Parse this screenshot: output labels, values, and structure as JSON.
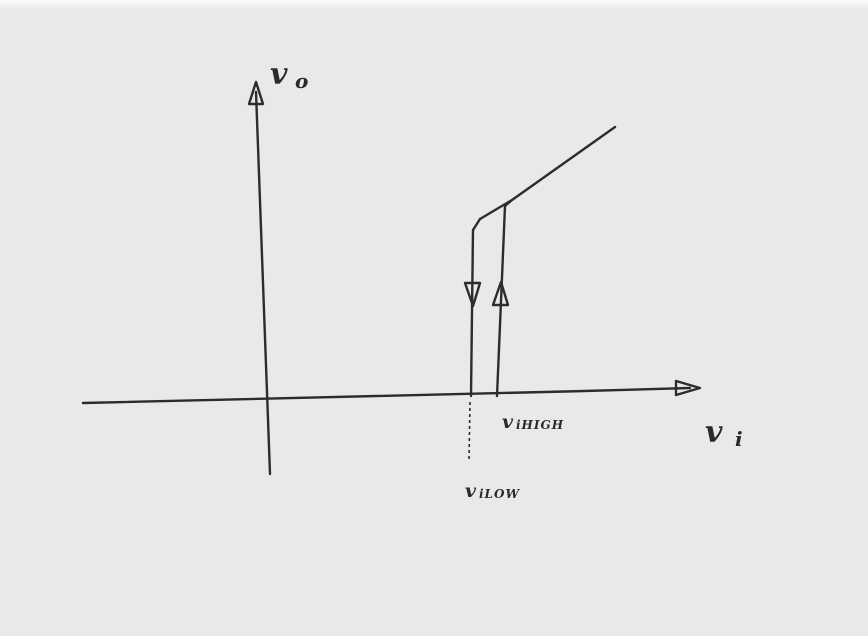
{
  "axes": {
    "y_label": {
      "main": "v",
      "sub": "o"
    },
    "x_label": {
      "main": "v",
      "sub": "i"
    }
  },
  "thresholds": {
    "high": {
      "main": "v",
      "sub": "iHIGH"
    },
    "low": {
      "main": "v",
      "sub": "iLOW"
    }
  },
  "colors": {
    "paper": "#ebe9e8",
    "ink": "#2c2c2e"
  },
  "icons": {
    "y_arrow": "arrow-up-icon",
    "x_arrow": "arrow-right-icon",
    "down_path_arrow": "arrow-down-icon",
    "up_path_arrow": "arrow-up-icon"
  }
}
